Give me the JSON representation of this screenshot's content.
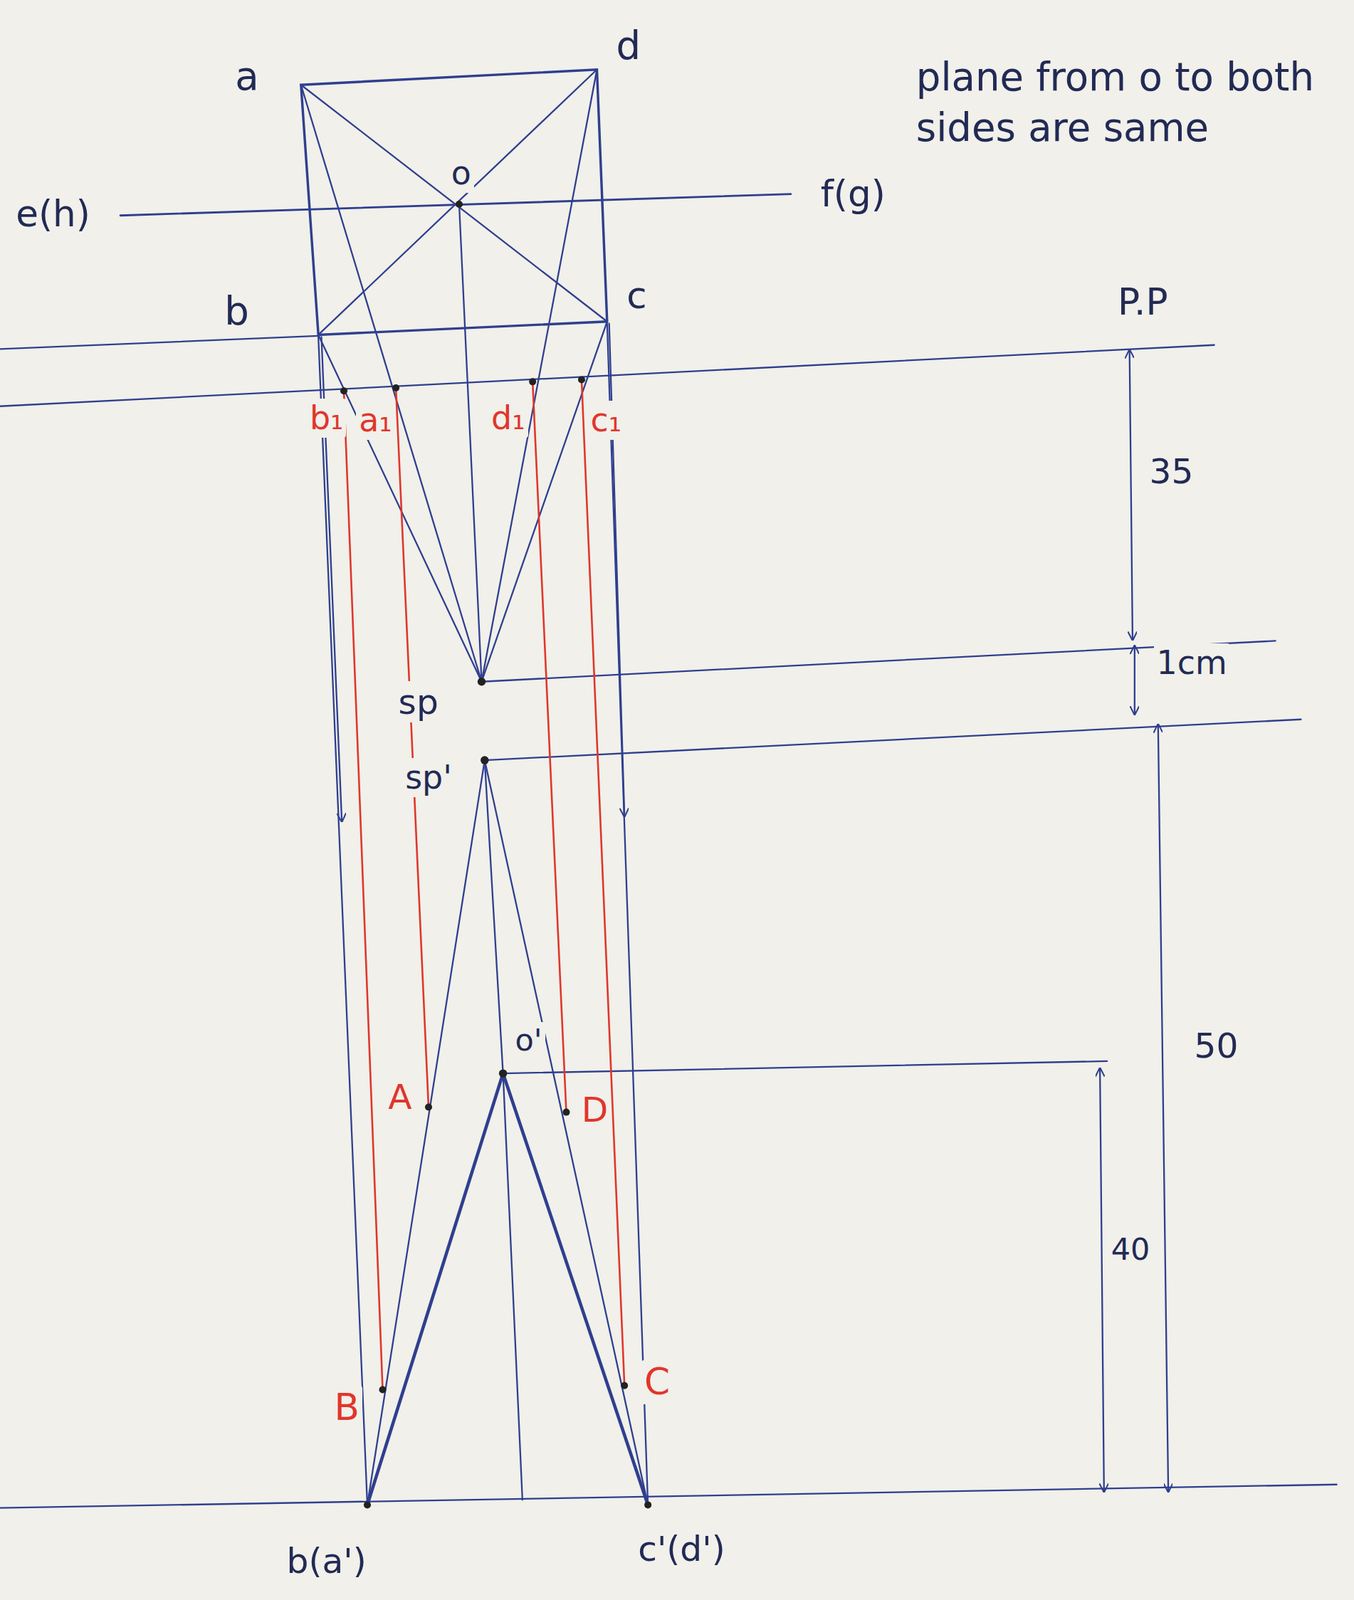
{
  "diagram": {
    "labels": [
      "plane from o to both sides are same",
      "a",
      "d",
      "o",
      "e(h)",
      "f(g)",
      "b",
      "c",
      "P.P",
      "b₁",
      "a₁",
      "d₁",
      "c₁",
      "35",
      "sp",
      "sp'",
      "1cm",
      "50",
      "o'",
      "A",
      "D",
      "40",
      "B",
      "C",
      "b(a')",
      "c'(d')"
    ]
  }
}
